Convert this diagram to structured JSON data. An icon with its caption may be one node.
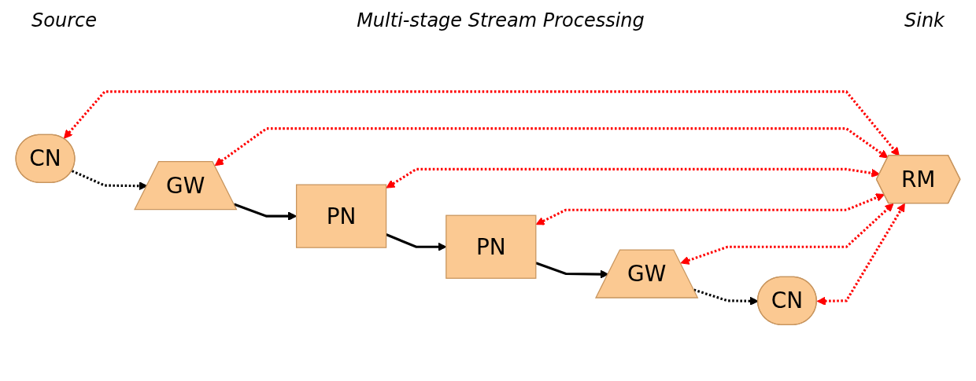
{
  "diagram": {
    "title": "Multi-stage Stream Processing",
    "nodes": [
      {
        "text": [
          "CN"
        ]
      },
      {
        "text": [
          "GW"
        ]
      },
      {
        "text": [
          "PN"
        ]
      },
      {
        "text": [
          "PN"
        ]
      },
      {
        "text": [
          "GW"
        ]
      },
      {
        "text": [
          "CN"
        ]
      },
      {
        "text": [
          "RM"
        ]
      }
    ],
    "edges": [
      {
        "from": 0,
        "to": 1,
        "arrow": "to",
        "style": "dashed",
        "color": "#000000"
      },
      {
        "from": 1,
        "to": 2,
        "arrow": "to",
        "color": "#000000"
      },
      {
        "from": 2,
        "to": 3,
        "arrow": "to",
        "color": "#000000"
      },
      {
        "from": 3,
        "to": 4,
        "arrow": "to",
        "color": "#000000"
      },
      {
        "from": 4,
        "to": 5,
        "arrow": "to",
        "style": "dashed",
        "color": "#000000"
      },
      {
        "from": 0,
        "to": 6,
        "arrow": "both",
        "style": "dashed"
      },
      {
        "from": 1,
        "to": 6,
        "arrow": "both",
        "style": "dashed"
      },
      {
        "from": 2,
        "to": 6,
        "arrow": "both",
        "style": "dashed"
      },
      {
        "from": 3,
        "to": 6,
        "arrow": "both",
        "style": "dashed"
      },
      {
        "from": 4,
        "to": 6,
        "arrow": "both",
        "style": "dashed"
      },
      {
        "from": 5,
        "to": 6,
        "arrow": "both",
        "style": "dashed"
      }
    ],
    "labels": [
      "Source",
      "Sink"
    ]
  }
}
